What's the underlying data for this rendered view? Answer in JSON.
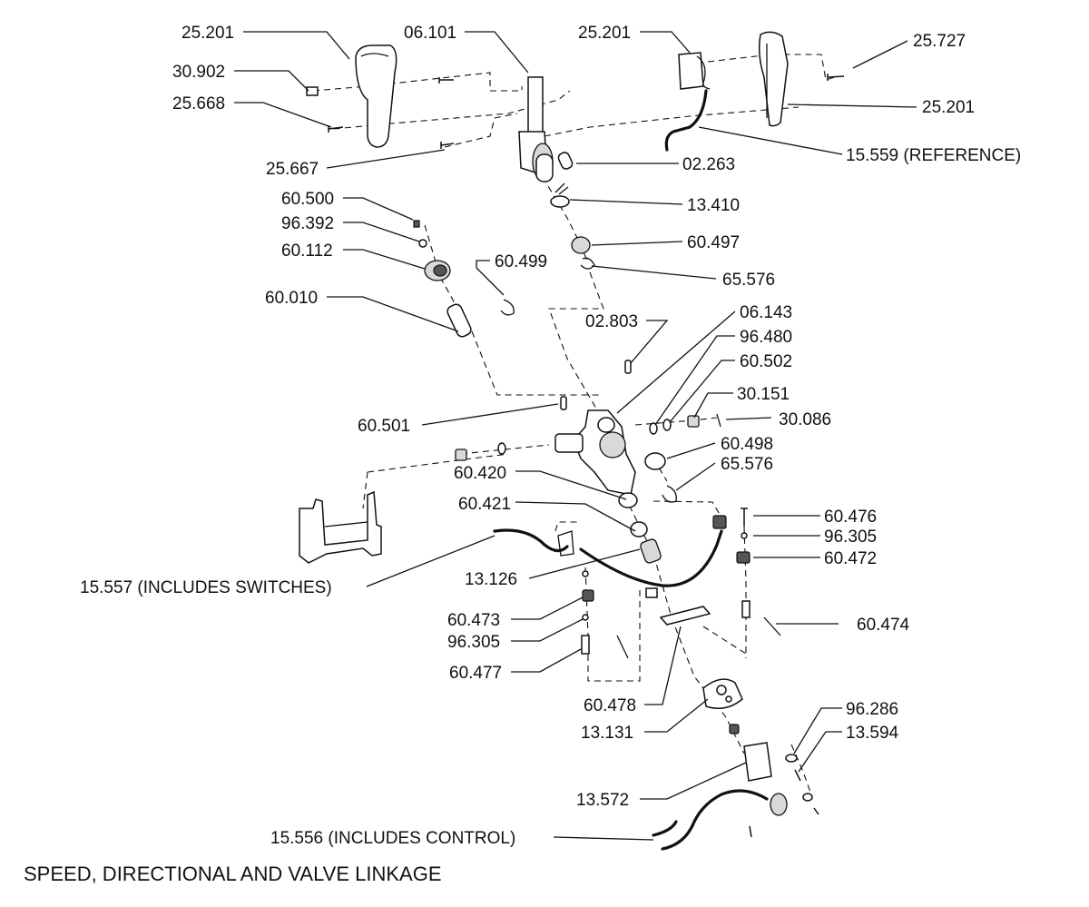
{
  "title": "SPEED, DIRECTIONAL AND VALVE LINKAGE",
  "labels": {
    "p25201_a": "25.201",
    "p30902": "30.902",
    "p25668": "25.668",
    "p25667": "25.667",
    "p06101": "06.101",
    "p25201_b": "25.201",
    "p25727": "25.727",
    "p25201_c": "25.201",
    "p15559": "15.559 (REFERENCE)",
    "p02263": "02.263",
    "p13410": "13.410",
    "p60497": "60.497",
    "p65576_a": "65.576",
    "p60500": "60.500",
    "p96392": "96.392",
    "p60112": "60.112",
    "p60499": "60.499",
    "p60010": "60.010",
    "p02803": "02.803",
    "p06143": "06.143",
    "p96480": "96.480",
    "p60502": "60.502",
    "p30151": "30.151",
    "p30086": "30.086",
    "p60501": "60.501",
    "p60498": "60.498",
    "p65576_b": "65.576",
    "p60420": "60.420",
    "p60421": "60.421",
    "p60476": "60.476",
    "p96305_a": "96.305",
    "p60472": "60.472",
    "p15557": "15.557 (INCLUDES SWITCHES)",
    "p13126": "13.126",
    "p60473": "60.473",
    "p96305_b": "96.305",
    "p60474": "60.474",
    "p60477": "60.477",
    "p60478": "60.478",
    "p13131": "13.131",
    "p96286": "96.286",
    "p13594": "13.594",
    "p13572": "13.572",
    "p15556": "15.556 (INCLUDES CONTROL)"
  }
}
